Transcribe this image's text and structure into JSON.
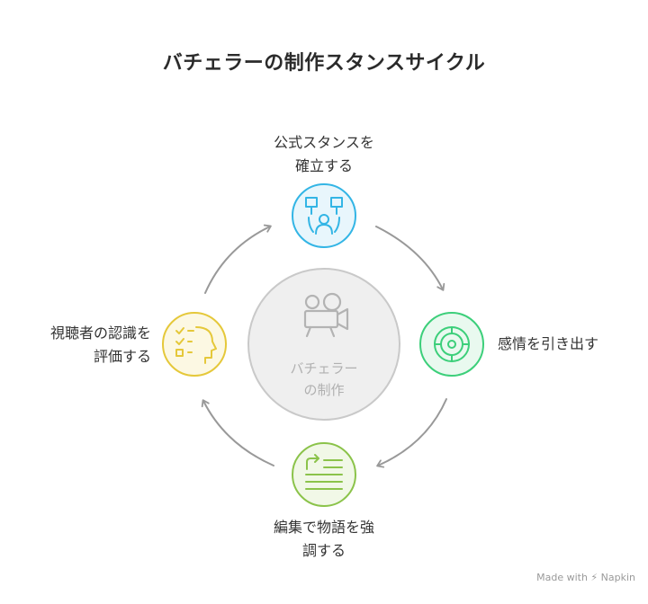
{
  "title": "バチェラーの制作スタンスサイクル",
  "center": {
    "line1": "バチェラー",
    "line2": "の制作"
  },
  "steps": {
    "top": {
      "line1": "公式スタンスを",
      "line2": "確立する",
      "color": "#33b5e5",
      "fill": "#e8f6fc",
      "icon": "people-signs-icon"
    },
    "right": {
      "line1": "感情を引き出す",
      "color": "#3ccf7a",
      "fill": "#e9f9ef",
      "icon": "target-icon"
    },
    "bottom": {
      "line1": "編集で物語を強",
      "line2": "調する",
      "color": "#8bc34a",
      "fill": "#f1f8e7",
      "icon": "text-edit-icon"
    },
    "left": {
      "line1": "視聴者の認識を",
      "line2": "評価する",
      "color": "#e5c83a",
      "fill": "#fcf8e3",
      "icon": "head-checklist-icon"
    }
  },
  "center_style": {
    "fill": "#efefef",
    "stroke": "#c9c9c9",
    "icon": "film-camera-icon"
  },
  "arrow_color": "#999999",
  "credit": "Made with ⚡ Napkin"
}
